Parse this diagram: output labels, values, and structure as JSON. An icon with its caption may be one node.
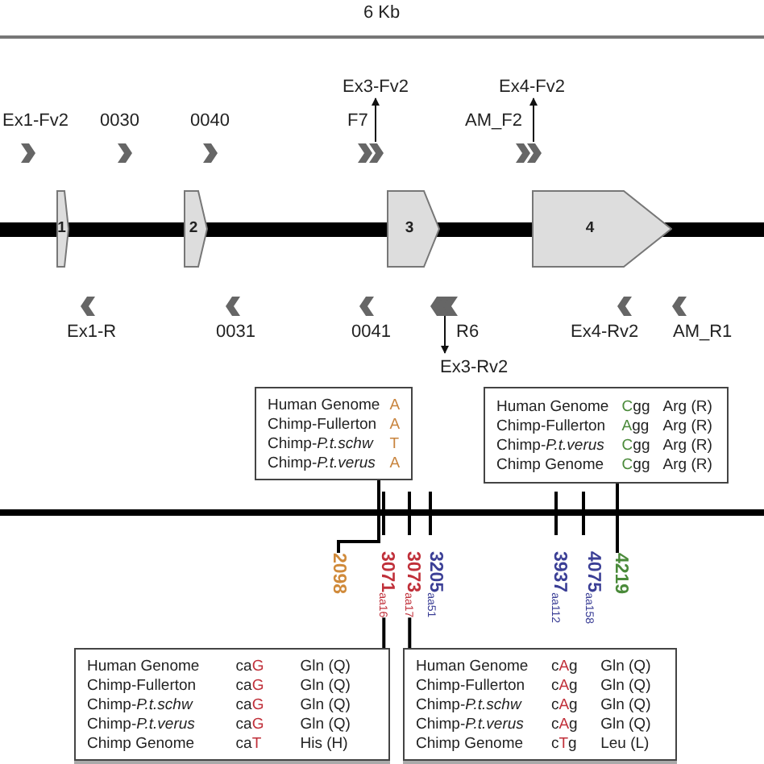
{
  "diagram": {
    "nodes": [
      {
        "text": [
          "1"
        ]
      },
      {
        "text": [
          "2"
        ]
      },
      {
        "text": [
          "3"
        ]
      },
      {
        "text": [
          "4"
        ]
      },
      {
        "text": [
          "Human Genome",
          "A",
          "Chimp-Fullerton",
          "A",
          "Chimp-*P.t.schw*",
          "T",
          "Chimp-*P.t.verus*",
          "A"
        ]
      },
      {
        "text": [
          "Human Genome",
          "Cgg",
          "Arg (R)",
          "Chimp-Fullerton",
          "Agg",
          "Arg (R)",
          "Chimp-*P.t.verus*",
          "Cgg",
          "Arg (R)",
          "Chimp Genome",
          "Cgg",
          "Arg (R)"
        ]
      },
      {
        "text": [
          "Human Genome",
          "caG",
          "Gln (Q)",
          "Chimp-Fullerton",
          "caG",
          "Gln (Q)",
          "Chimp-*P.t.schw*",
          "caG",
          "Gln (Q)",
          "Chimp-*P.t.verus*",
          "caG",
          "Gln (Q)",
          "Chimp Genome",
          "caT",
          "His (H)"
        ]
      },
      {
        "text": [
          "Human Genome",
          "cAg",
          "Gln (Q)",
          "Chimp-Fullerton",
          "cAg",
          "Gln (Q)",
          "Chimp-*P.t.schw*",
          "cAg",
          "Gln (Q)",
          "Chimp-*P.t.verus*",
          "cAg",
          "Gln (Q)",
          "Chimp Genome",
          "cTg",
          "Leu (L)"
        ]
      },
      {
        "text": [
          "2098"
        ]
      },
      {
        "text": [
          "3071$_{aa16}$"
        ]
      },
      {
        "text": [
          "3073$_{aa17}$"
        ]
      },
      {
        "text": [
          "4219"
        ]
      }
    ],
    "edges": [
      {
        "from": 4,
        "to": 8,
        "arrow": "none"
      },
      {
        "from": 5,
        "to": 11,
        "arrow": "none"
      },
      {
        "from": 6,
        "to": 9,
        "arrow": "none"
      },
      {
        "from": 7,
        "to": 10,
        "arrow": "none"
      }
    ],
    "labels": [
      "6 Kb",
      "Ex1-Fv2",
      "0030",
      "0040",
      "Ex3-Fv2",
      "F7",
      "Ex4-Fv2",
      "AM_F2",
      "Ex1-R",
      "0031",
      "0041",
      "R6",
      "Ex3-Rv2",
      "Ex4-Rv2",
      "AM_R1",
      "3205$_{aa51}$",
      "3937$_{aa112}$",
      "4075$_{aa158}$"
    ]
  }
}
